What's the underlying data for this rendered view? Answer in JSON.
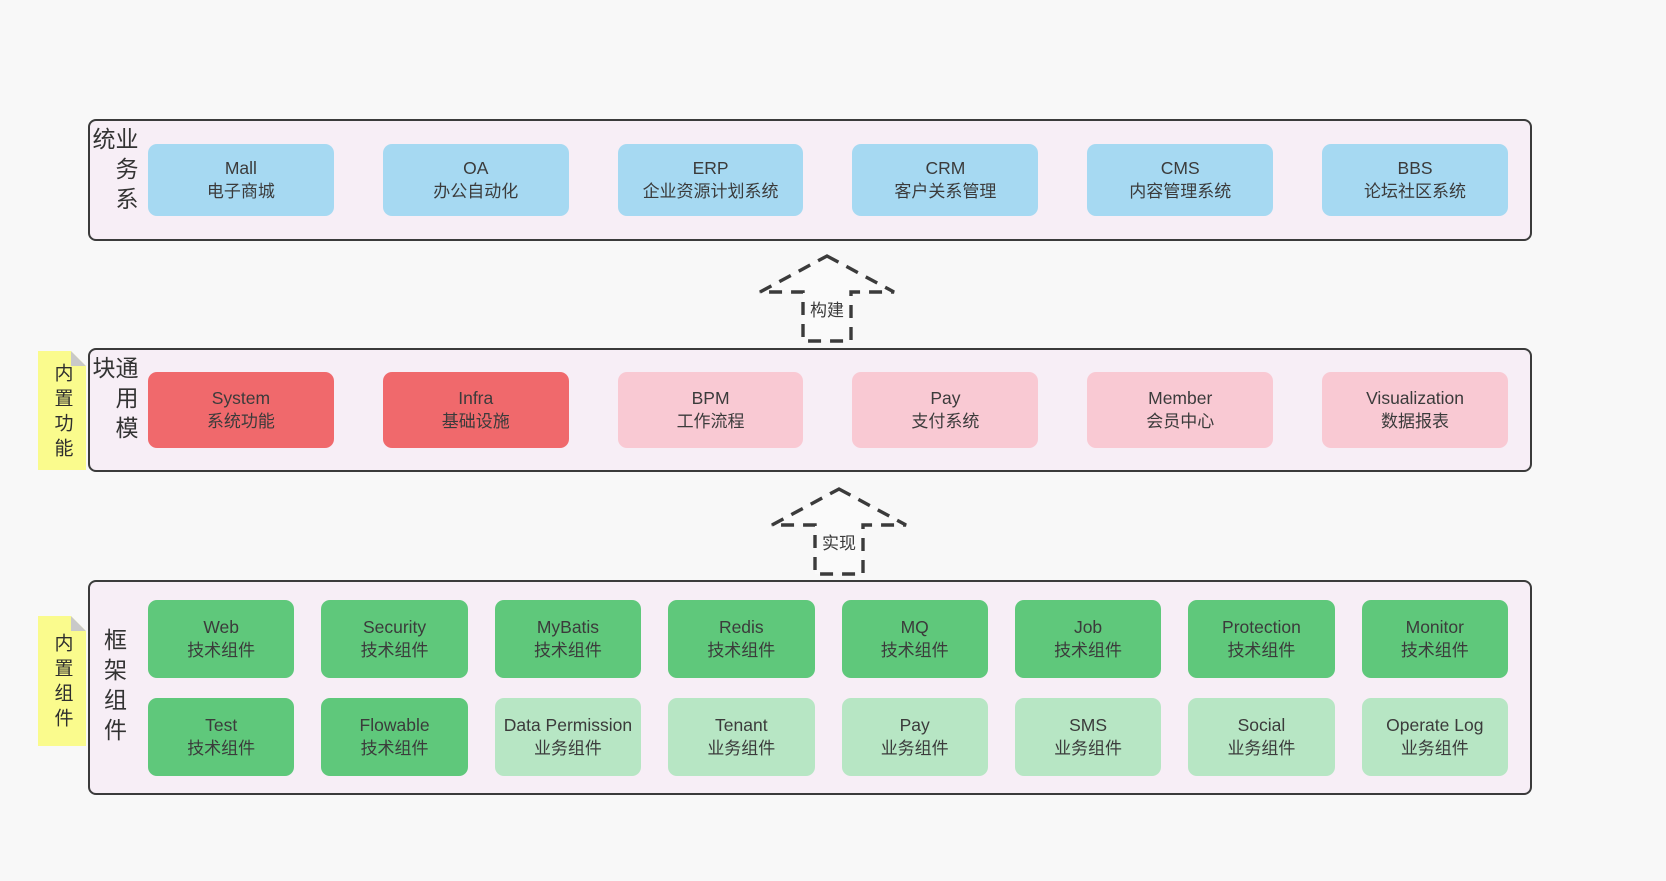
{
  "colors": {
    "page_bg": "#f8f8f8",
    "panel_bg": "#f7eef6",
    "panel_border": "#3b3b3b",
    "box_blue": "#a6d9f2",
    "box_red": "#f0696c",
    "box_pink": "#f9c9d3",
    "box_green": "#5fc87b",
    "box_green_light": "#b7e6c4",
    "note_yellow": "#fafb8d",
    "note_fold_gray": "#c9c9c9"
  },
  "arrows": [
    {
      "label": "构建"
    },
    {
      "label": "实现"
    }
  ],
  "layers": {
    "business": {
      "label": "业务系统",
      "boxes": [
        {
          "name": "Mall",
          "desc": "电子商城"
        },
        {
          "name": "OA",
          "desc": "办公自动化"
        },
        {
          "name": "ERP",
          "desc": "企业资源计划系统"
        },
        {
          "name": "CRM",
          "desc": "客户关系管理"
        },
        {
          "name": "CMS",
          "desc": "内容管理系统"
        },
        {
          "name": "BBS",
          "desc": "论坛社区系统"
        }
      ]
    },
    "modules": {
      "label": "通用模块",
      "note": "内置功能",
      "boxes": [
        {
          "name": "System",
          "desc": "系统功能"
        },
        {
          "name": "Infra",
          "desc": "基础设施"
        },
        {
          "name": "BPM",
          "desc": "工作流程"
        },
        {
          "name": "Pay",
          "desc": "支付系统"
        },
        {
          "name": "Member",
          "desc": "会员中心"
        },
        {
          "name": "Visualization",
          "desc": "数据报表"
        }
      ]
    },
    "components": {
      "label": "框架组件",
      "note": "内置组件",
      "row1": [
        {
          "name": "Web",
          "desc": "技术组件"
        },
        {
          "name": "Security",
          "desc": "技术组件"
        },
        {
          "name": "MyBatis",
          "desc": "技术组件"
        },
        {
          "name": "Redis",
          "desc": "技术组件"
        },
        {
          "name": "MQ",
          "desc": "技术组件"
        },
        {
          "name": "Job",
          "desc": "技术组件"
        },
        {
          "name": "Protection",
          "desc": "技术组件"
        },
        {
          "name": "Monitor",
          "desc": "技术组件"
        }
      ],
      "row2": [
        {
          "name": "Test",
          "desc": "技术组件"
        },
        {
          "name": "Flowable",
          "desc": "技术组件"
        },
        {
          "name": "Data Permission",
          "desc": "业务组件"
        },
        {
          "name": "Tenant",
          "desc": "业务组件"
        },
        {
          "name": "Pay",
          "desc": "业务组件"
        },
        {
          "name": "SMS",
          "desc": "业务组件"
        },
        {
          "name": "Social",
          "desc": "业务组件"
        },
        {
          "name": "Operate Log",
          "desc": "业务组件"
        }
      ]
    }
  }
}
